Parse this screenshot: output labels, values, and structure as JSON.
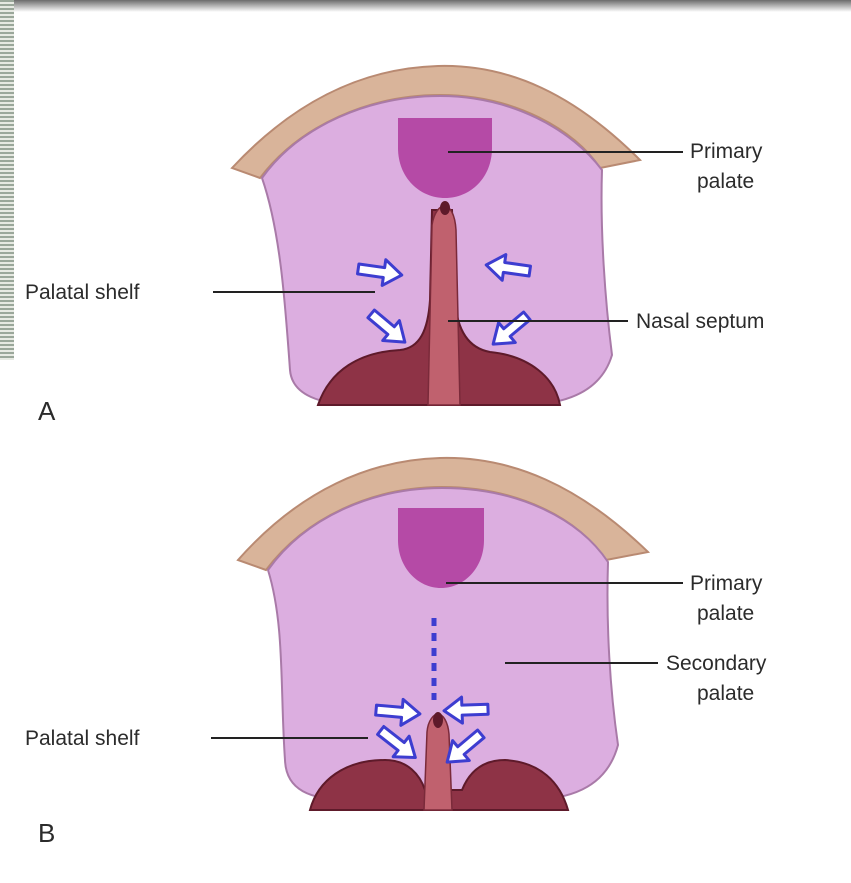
{
  "figure": {
    "panels": [
      {
        "id": "A",
        "letter": "A",
        "labels": {
          "primary_palate": [
            "Primary",
            "palate"
          ],
          "palatal_shelf": "Palatal shelf",
          "nasal_septum": "Nasal septum"
        }
      },
      {
        "id": "B",
        "letter": "B",
        "labels": {
          "primary_palate": [
            "Primary",
            "palate"
          ],
          "secondary_palate": [
            "Secondary",
            "palate"
          ],
          "palatal_shelf": "Palatal shelf"
        }
      }
    ],
    "colors": {
      "lip": "#d9b49a",
      "lip_dark": "#b98a72",
      "palate": "#dcaee0",
      "palate_edge": "#a97aa8",
      "primary_palate": "#b54aa6",
      "cavity": "#8e3346",
      "cavity_dark": "#5e1a2a",
      "septum": "#c0616e",
      "arrow": "#3d3dd0",
      "leader": "#222222"
    }
  }
}
